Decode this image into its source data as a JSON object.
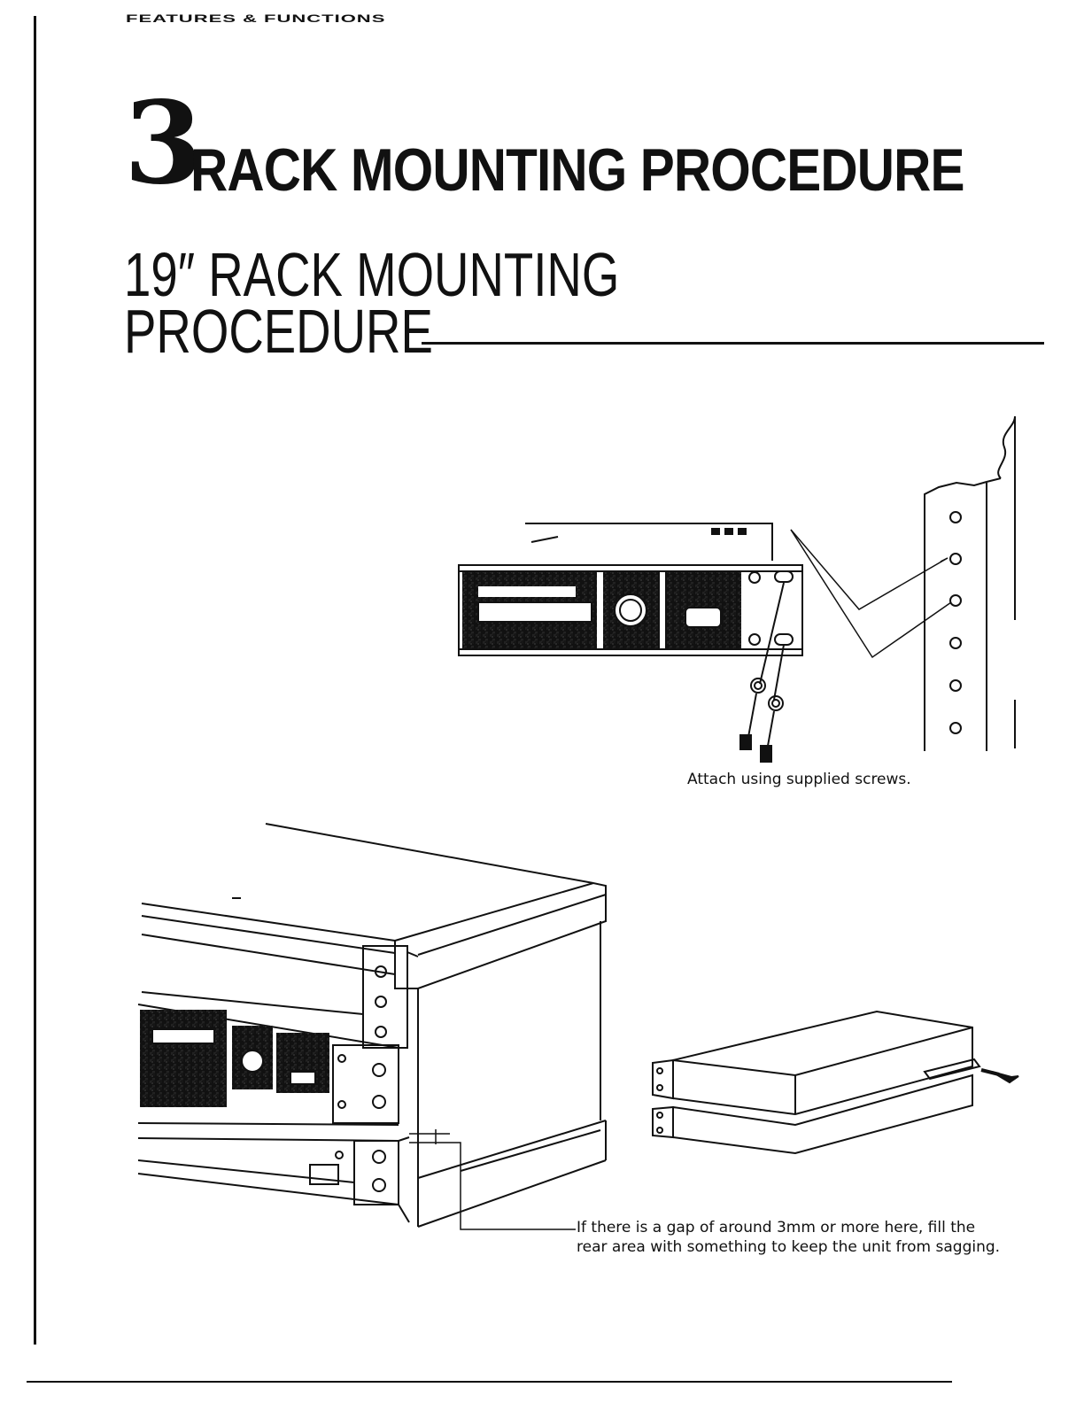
{
  "header": {
    "running_title": "FEATURES & FUNCTIONS"
  },
  "chapter": {
    "number": "3",
    "title": "RACK MOUNTING PROCEDURE"
  },
  "section": {
    "title_line1": "19″ RACK MOUNTING",
    "title_line2": "PROCEDURE"
  },
  "figures": {
    "top_caption": "Attach using supplied screws.",
    "bottom_caption_line1": "If there is a gap of around 3mm or more here, fill the",
    "bottom_caption_line2": "rear area with something to keep the unit from sagging."
  }
}
